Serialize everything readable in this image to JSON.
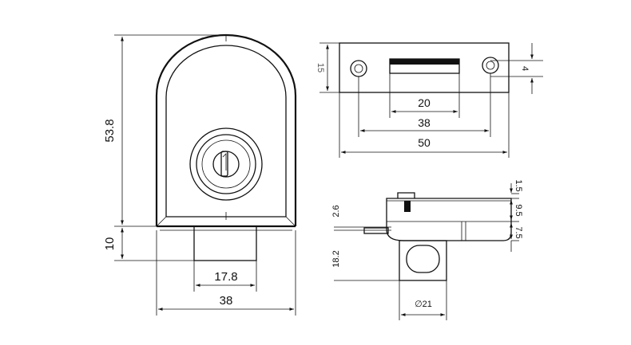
{
  "front_view": {
    "height": "53.8",
    "bottom_height": "10",
    "cylinder_width": "17.8",
    "total_width": "38"
  },
  "top_view": {
    "height": "15",
    "hole_spacing": "4",
    "slot_width": "20",
    "hole_distance": "38",
    "total_length": "50"
  },
  "side_view": {
    "dim_1_5": "1.5",
    "dim_9_5": "9.5",
    "dim_7_5": "7.5",
    "dim_2_6": "2.6",
    "dim_18_2": "18.2",
    "diameter": "∅21"
  },
  "colors": {
    "line": "#111111",
    "background": "#ffffff"
  }
}
